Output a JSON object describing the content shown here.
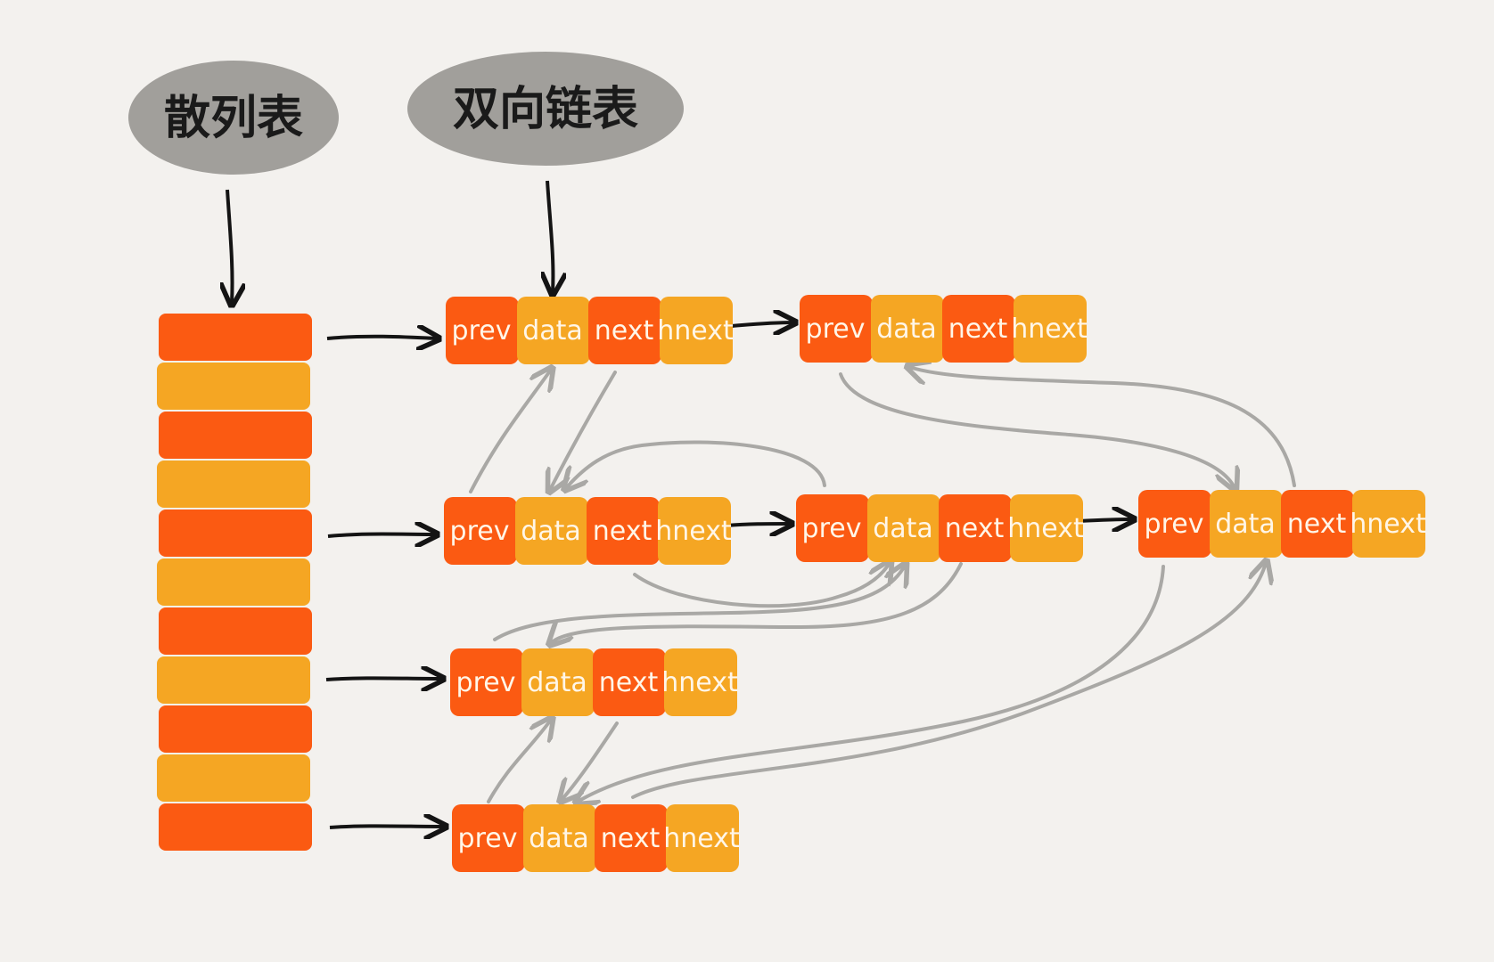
{
  "labels": {
    "hash_table": "散列表",
    "doubly_linked_list": "双向链表"
  },
  "node_fields": [
    "prev",
    "data",
    "next",
    "hnext"
  ],
  "colors": {
    "background": "#f3f1ee",
    "pill": "#a19f9b",
    "orange_red": "#fb5a12",
    "amber": "#f5a623",
    "gray_arrow": "#a9a8a5",
    "black_arrow": "#141414",
    "cell_text": "#fff6e8"
  },
  "hash_table": {
    "slot_count": 11
  }
}
